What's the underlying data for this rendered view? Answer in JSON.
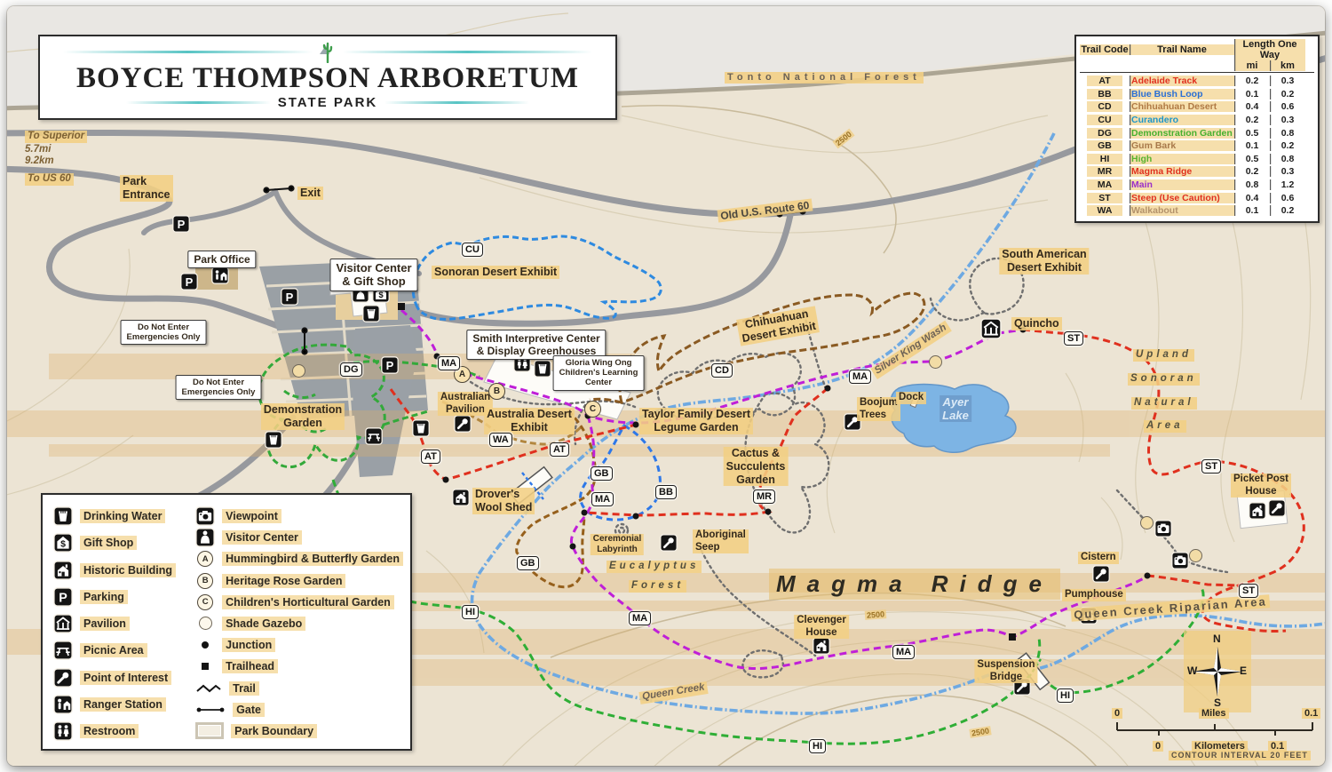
{
  "banner": {
    "title": "BOYCE THOMPSON ARBORETUM",
    "subtitle": "STATE PARK"
  },
  "trail_table": {
    "headers": {
      "code": "Trail Code",
      "name": "Trail Name",
      "length": "Length One Way",
      "mi": "mi",
      "km": "km"
    },
    "rows": [
      {
        "code": "AT",
        "name": "Adelaide Track",
        "mi": "0.2",
        "km": "0.3",
        "color": "#e0301e"
      },
      {
        "code": "BB",
        "name": "Blue Bush Loop",
        "mi": "0.1",
        "km": "0.2",
        "color": "#2a6fd4"
      },
      {
        "code": "CD",
        "name": "Chihuahuan Desert",
        "mi": "0.4",
        "km": "0.6",
        "color": "#b07a45"
      },
      {
        "code": "CU",
        "name": "Curandero",
        "mi": "0.2",
        "km": "0.3",
        "color": "#1f96c8"
      },
      {
        "code": "DG",
        "name": "Demonstration Garden",
        "mi": "0.5",
        "km": "0.8",
        "color": "#46b02e"
      },
      {
        "code": "GB",
        "name": "Gum Bark",
        "mi": "0.1",
        "km": "0.2",
        "color": "#a8794a"
      },
      {
        "code": "HI",
        "name": "High",
        "mi": "0.5",
        "km": "0.8",
        "color": "#59b32e"
      },
      {
        "code": "MR",
        "name": "Magma Ridge",
        "mi": "0.2",
        "km": "0.3",
        "color": "#e0301e"
      },
      {
        "code": "MA",
        "name": "Main",
        "mi": "0.8",
        "km": "1.2",
        "color": "#9b30c8"
      },
      {
        "code": "ST",
        "name": "Steep (Use Caution)",
        "mi": "0.4",
        "km": "0.6",
        "color": "#e0301e"
      },
      {
        "code": "WA",
        "name": "Walkabout",
        "mi": "0.1",
        "km": "0.2",
        "color": "#b3926b"
      }
    ]
  },
  "legend": {
    "left": [
      {
        "icon": "drinking-water",
        "label": "Drinking Water"
      },
      {
        "icon": "gift-shop",
        "label": "Gift Shop"
      },
      {
        "icon": "historic-building",
        "label": "Historic Building"
      },
      {
        "icon": "parking",
        "label": "Parking"
      },
      {
        "icon": "pavilion",
        "label": "Pavilion"
      },
      {
        "icon": "picnic-area",
        "label": "Picnic Area"
      },
      {
        "icon": "point-of-interest",
        "label": "Point of Interest"
      },
      {
        "icon": "ranger-station",
        "label": "Ranger Station"
      },
      {
        "icon": "restroom",
        "label": "Restroom"
      }
    ],
    "right": [
      {
        "icon": "viewpoint",
        "label": "Viewpoint"
      },
      {
        "icon": "visitor-center",
        "label": "Visitor Center"
      },
      {
        "badge": "A",
        "label": "Hummingbird & Butterfly Garden"
      },
      {
        "badge": "B",
        "label": "Heritage Rose Garden"
      },
      {
        "badge": "C",
        "label": "Children's Horticultural Garden"
      },
      {
        "icon": "shade-gazebo",
        "label": "Shade Gazebo"
      },
      {
        "icon": "junction",
        "label": "Junction"
      },
      {
        "icon": "trailhead",
        "label": "Trailhead"
      },
      {
        "icon": "trail",
        "label": "Trail"
      },
      {
        "icon": "gate",
        "label": "Gate"
      },
      {
        "icon": "park-boundary",
        "label": "Park Boundary"
      }
    ]
  },
  "map": {
    "labels": [
      {
        "text": "To Superior"
      },
      {
        "text": "5.7mi"
      },
      {
        "text": "9.2km"
      },
      {
        "text": "To US 60"
      },
      {
        "text": "Park\nEntrance"
      },
      {
        "text": "Exit"
      },
      {
        "text": "Park Office"
      },
      {
        "text": "Do Not Enter\nEmergencies Only"
      },
      {
        "text": "Do Not Enter\nEmergencies Only"
      },
      {
        "text": "Visitor Center\n& Gift Shop"
      },
      {
        "text": "Sonoran Desert Exhibit"
      },
      {
        "text": "Smith Interpretive Center\n& Display Greenhouses"
      },
      {
        "text": "Gloria Wing Ong\nChildren's Learning\nCenter"
      },
      {
        "text": "Australian\nPavilion"
      },
      {
        "text": "Australia Desert\nExhibit"
      },
      {
        "text": "Demonstration\nGarden"
      },
      {
        "text": "Drover's\nWool Shed"
      },
      {
        "text": "Chihuahuan\nDesert Exhibit"
      },
      {
        "text": "Taylor Family Desert\nLegume Garden"
      },
      {
        "text": "Cactus &\nSucculents\nGarden"
      },
      {
        "text": "Boojum\nTrees"
      },
      {
        "text": "Dock"
      },
      {
        "text": "Ayer\nLake"
      },
      {
        "text": "South American\nDesert Exhibit"
      },
      {
        "text": "Quincho"
      },
      {
        "text": "Silver King Wash"
      },
      {
        "text": "Upland"
      },
      {
        "text": "Sonoran"
      },
      {
        "text": "Natural"
      },
      {
        "text": "Area"
      },
      {
        "text": "Ceremonial\nLabyrinth"
      },
      {
        "text": "Aboriginal\nSeep"
      },
      {
        "text": "Eucalyptus"
      },
      {
        "text": "Forest"
      },
      {
        "text": "Magma Ridge"
      },
      {
        "text": "Clevenger\nHouse"
      },
      {
        "text": "Pumphouse"
      },
      {
        "text": "Cistern"
      },
      {
        "text": "Picket Post\nHouse"
      },
      {
        "text": "Suspension\nBridge"
      },
      {
        "text": "Queen Creek Riparian Area"
      },
      {
        "text": "Queen Creek"
      },
      {
        "text": "Tonto National Forest"
      },
      {
        "text": "Old U.S. Route 60"
      },
      {
        "text": "2500"
      },
      {
        "text": "2500"
      },
      {
        "text": "2500"
      },
      {
        "text": "CONTOUR INTERVAL 20 FEET"
      }
    ],
    "badges": [
      {
        "code": "CU"
      },
      {
        "code": "DG"
      },
      {
        "code": "MA"
      },
      {
        "code": "MA"
      },
      {
        "code": "MA"
      },
      {
        "code": "MA"
      },
      {
        "code": "MA"
      },
      {
        "code": "WA"
      },
      {
        "code": "AT"
      },
      {
        "code": "AT"
      },
      {
        "code": "GB"
      },
      {
        "code": "GB"
      },
      {
        "code": "BB"
      },
      {
        "code": "MR"
      },
      {
        "code": "CD"
      },
      {
        "code": "HI"
      },
      {
        "code": "HI"
      },
      {
        "code": "HI"
      },
      {
        "code": "ST"
      },
      {
        "code": "ST"
      },
      {
        "code": "ST"
      }
    ],
    "markers": {
      "a": "A",
      "b": "B",
      "c": "C"
    },
    "compass": {
      "n": "N",
      "w": "W",
      "e": "E",
      "s": "S"
    },
    "scale": {
      "mi0": "0",
      "mi1": "0.1",
      "miles_label": "Miles",
      "km0": "0",
      "km1": "0.1",
      "km_label": "Kilometers"
    }
  },
  "colors": {
    "trail_red": "#e0301e",
    "trail_purple": "#bf1fd8",
    "trail_green": "#2fae36",
    "trail_blue": "#2e78e0",
    "trail_brown": "#8a5a22",
    "trail_tan": "#b3873f",
    "creek": "#6ea9e2",
    "lake": "#7db4e4",
    "road": "#97999e",
    "band": "#ddb06a",
    "label_highlight": "#f3cf83"
  }
}
